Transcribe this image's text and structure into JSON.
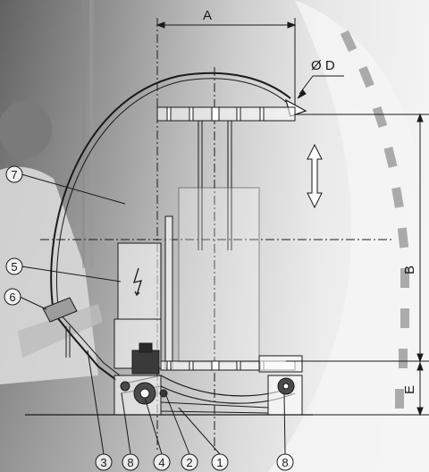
{
  "diagram": {
    "dimensions": {
      "width": "A",
      "diameter": "Ø D",
      "height_upper": "B",
      "height_lower": "E"
    },
    "callouts": [
      {
        "id": "c7",
        "label": "7"
      },
      {
        "id": "c5",
        "label": "5"
      },
      {
        "id": "c6",
        "label": "6"
      },
      {
        "id": "c3",
        "label": "3"
      },
      {
        "id": "c8a",
        "label": "8"
      },
      {
        "id": "c4",
        "label": "4"
      },
      {
        "id": "c2",
        "label": "2"
      },
      {
        "id": "c1",
        "label": "1"
      },
      {
        "id": "c8b",
        "label": "8"
      }
    ],
    "colors": {
      "line": "#1a1a1a",
      "photo_dark": "#6e6e6e",
      "photo_light": "#dcdcdc",
      "machine_fill": "#efefef"
    }
  }
}
